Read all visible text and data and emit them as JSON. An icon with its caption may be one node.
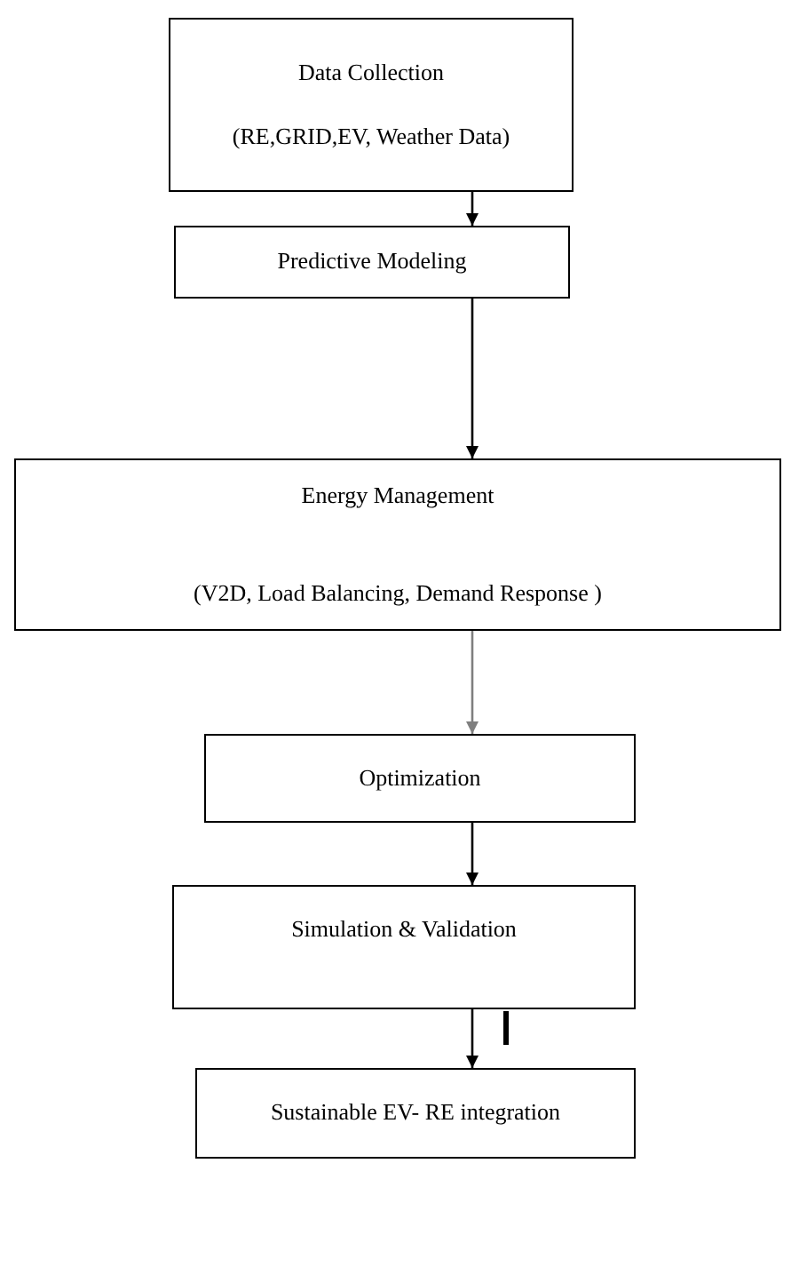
{
  "diagram": {
    "nodes": [
      {
        "text": [
          "Data Collection",
          "(RE,GRID,EV, Weather Data)"
        ]
      },
      {
        "text": [
          "Predictive Modeling"
        ]
      },
      {
        "text": [
          "Energy Management",
          "(V2D, Load Balancing, Demand Response )"
        ]
      },
      {
        "text": [
          "Optimization"
        ]
      },
      {
        "text": [
          "Simulation & Validation"
        ]
      },
      {
        "text": [
          "Sustainable EV- RE integration"
        ]
      }
    ],
    "edges": [
      {
        "from": 0,
        "to": 1,
        "arrow": "to"
      },
      {
        "from": 1,
        "to": 2,
        "arrow": "to"
      },
      {
        "from": 2,
        "to": 3,
        "arrow": "to",
        "color": "#7f7f7f"
      },
      {
        "from": 3,
        "to": 4,
        "arrow": "to"
      },
      {
        "from": 4,
        "to": 5,
        "arrow": "to"
      }
    ]
  }
}
